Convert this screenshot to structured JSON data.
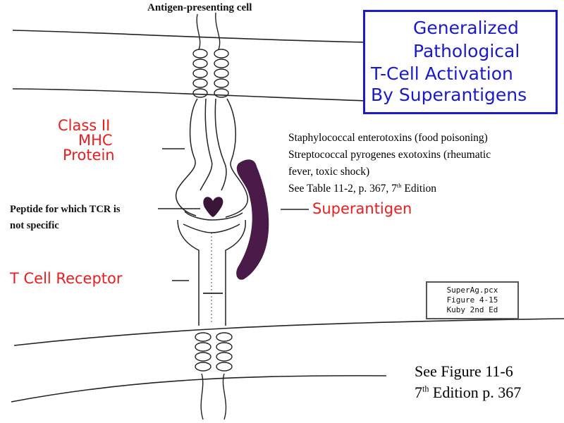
{
  "apc_label": "Antigen-presenting cell",
  "title": {
    "line1": "Generalized",
    "line2": "Pathological",
    "line3": "T-Cell Activation",
    "line4": "By Superantigens"
  },
  "labels": {
    "class2_line1": "Class II",
    "class2_line2": "MHC",
    "class2_line3": "Protein",
    "peptide_line1": "Peptide for which TCR is",
    "peptide_line2": "not specific",
    "superantigen": "Superantigen",
    "tcr": "T Cell Receptor"
  },
  "notes": {
    "line1": "Staphylococcal enterotoxins (food poisoning)",
    "line2": "Streptococcal pyrogenes exotoxins (rheumatic",
    "line3": "fever, toxic shock)",
    "line4_pre": "See Table 11-2, p. 367, 7",
    "line4_sup": "th",
    "line4_post": " Edition"
  },
  "ref_box": {
    "line1": "SuperAg.pcx",
    "line2": "Figure 4-15",
    "line3": "Kuby 2nd Ed"
  },
  "see_figure": {
    "line1": "See Figure 11-6",
    "line2_pre": "7",
    "line2_sup": "th",
    "line2_post": " Edition p. 367"
  },
  "colors": {
    "title_blue": "#1a1acc",
    "label_red": "#ee1c1c",
    "superantigen_purple": "#4a1a48"
  }
}
